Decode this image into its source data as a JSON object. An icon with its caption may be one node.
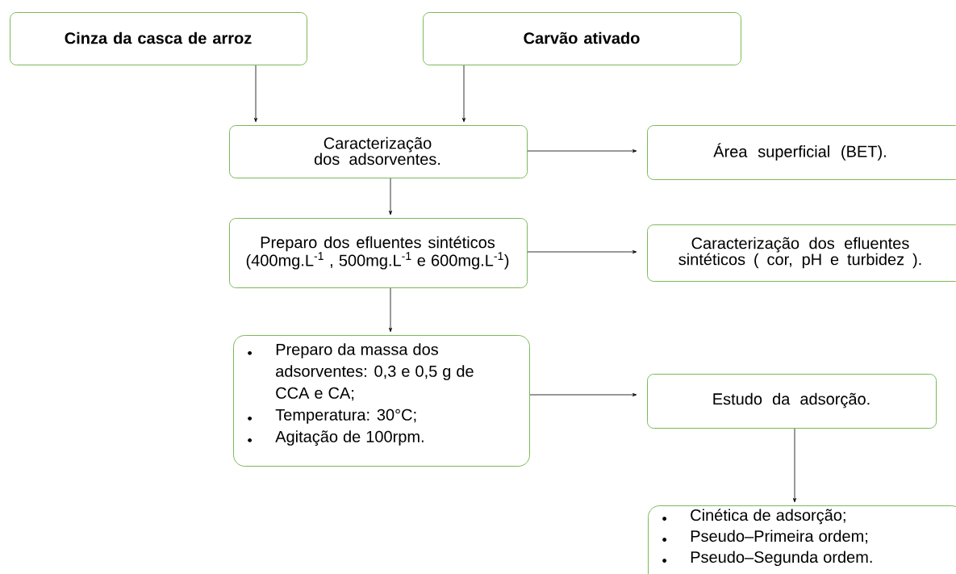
{
  "diagram": {
    "nodes": [
      {
        "text": [
          "Cinza da casca de arroz"
        ]
      },
      {
        "text": [
          "Carvão ativado"
        ]
      },
      {
        "text": [
          "Caracterização dos adsorventes."
        ]
      },
      {
        "text": [
          "Área superficial (BET)."
        ]
      },
      {
        "text": [
          "Preparo dos efluentes sintéticos (400mg.L$^{-1}$ , 500mg.L$^{-1}$ e 600mg.L$^{-1}$)"
        ]
      },
      {
        "text": [
          "Caracterização dos efluentes sintéticos ( cor, pH e turbidez )."
        ]
      },
      {
        "text": [
          "Preparo da massa dos adsorventes: 0,3 e 0,5 g de CCA e CA;",
          "Temperatura: 30°C;",
          "Agitação de 100rpm."
        ]
      },
      {
        "text": [
          "Estudo da adsorção."
        ]
      },
      {
        "text": [
          "Cinética de adsorção;",
          "Pseudo–Primeira ordem;",
          "Pseudo–Segunda ordem."
        ]
      }
    ],
    "edges": [
      {
        "from": 0,
        "to": 2,
        "arrow": "to"
      },
      {
        "from": 1,
        "to": 2,
        "arrow": "to"
      },
      {
        "from": 2,
        "to": 3,
        "arrow": "to"
      },
      {
        "from": 2,
        "to": 4,
        "arrow": "to"
      },
      {
        "from": 4,
        "to": 5,
        "arrow": "to"
      },
      {
        "from": 4,
        "to": 6,
        "arrow": "to"
      },
      {
        "from": 6,
        "to": 7,
        "arrow": "to"
      },
      {
        "from": 7,
        "to": 8,
        "arrow": "to"
      }
    ]
  }
}
